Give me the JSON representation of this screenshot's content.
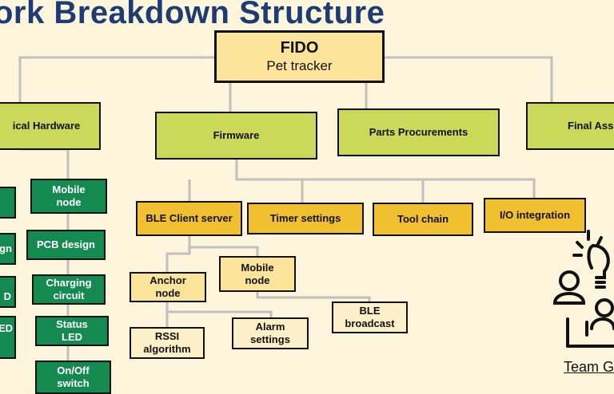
{
  "title": "ork Breakdown Structure",
  "root": {
    "name": "FIDO",
    "subtitle": "Pet tracker"
  },
  "level1": {
    "hardware": "ical Hardware",
    "firmware": "Firmware",
    "parts": "Parts Procurements",
    "final": "Final Ass"
  },
  "firmware_children": {
    "ble": "BLE Client server",
    "timer": "Timer settings",
    "toolchain": "Tool chain",
    "io": "I/O integration"
  },
  "ble_children": {
    "anchor": "Anchor node",
    "mobile": "Mobile node"
  },
  "leaves": {
    "rssi": "RSSI algorithm",
    "alarm": "Alarm settings",
    "broadcast": "BLE broadcast"
  },
  "hardware_children": {
    "mobile": "Mobile node",
    "pcb": "PCB design",
    "charging": "Charging circuit",
    "status": "Status LED",
    "onoff": "On/Off switch",
    "cut_2": "gn",
    "cut_3": "D",
    "cut_4": "ED"
  },
  "team_label": "Team G",
  "colors": {
    "title": "#1e3c74",
    "root": "#fde49b",
    "level1": "#cbd85a",
    "level2": "#f0c030",
    "level3": "#fde49b",
    "level4": "#fdf0c8",
    "hardware_green": "#148a50",
    "connector": "#c0c0c0"
  },
  "icons": [
    "lightbulb-icon",
    "team-people-icon"
  ]
}
